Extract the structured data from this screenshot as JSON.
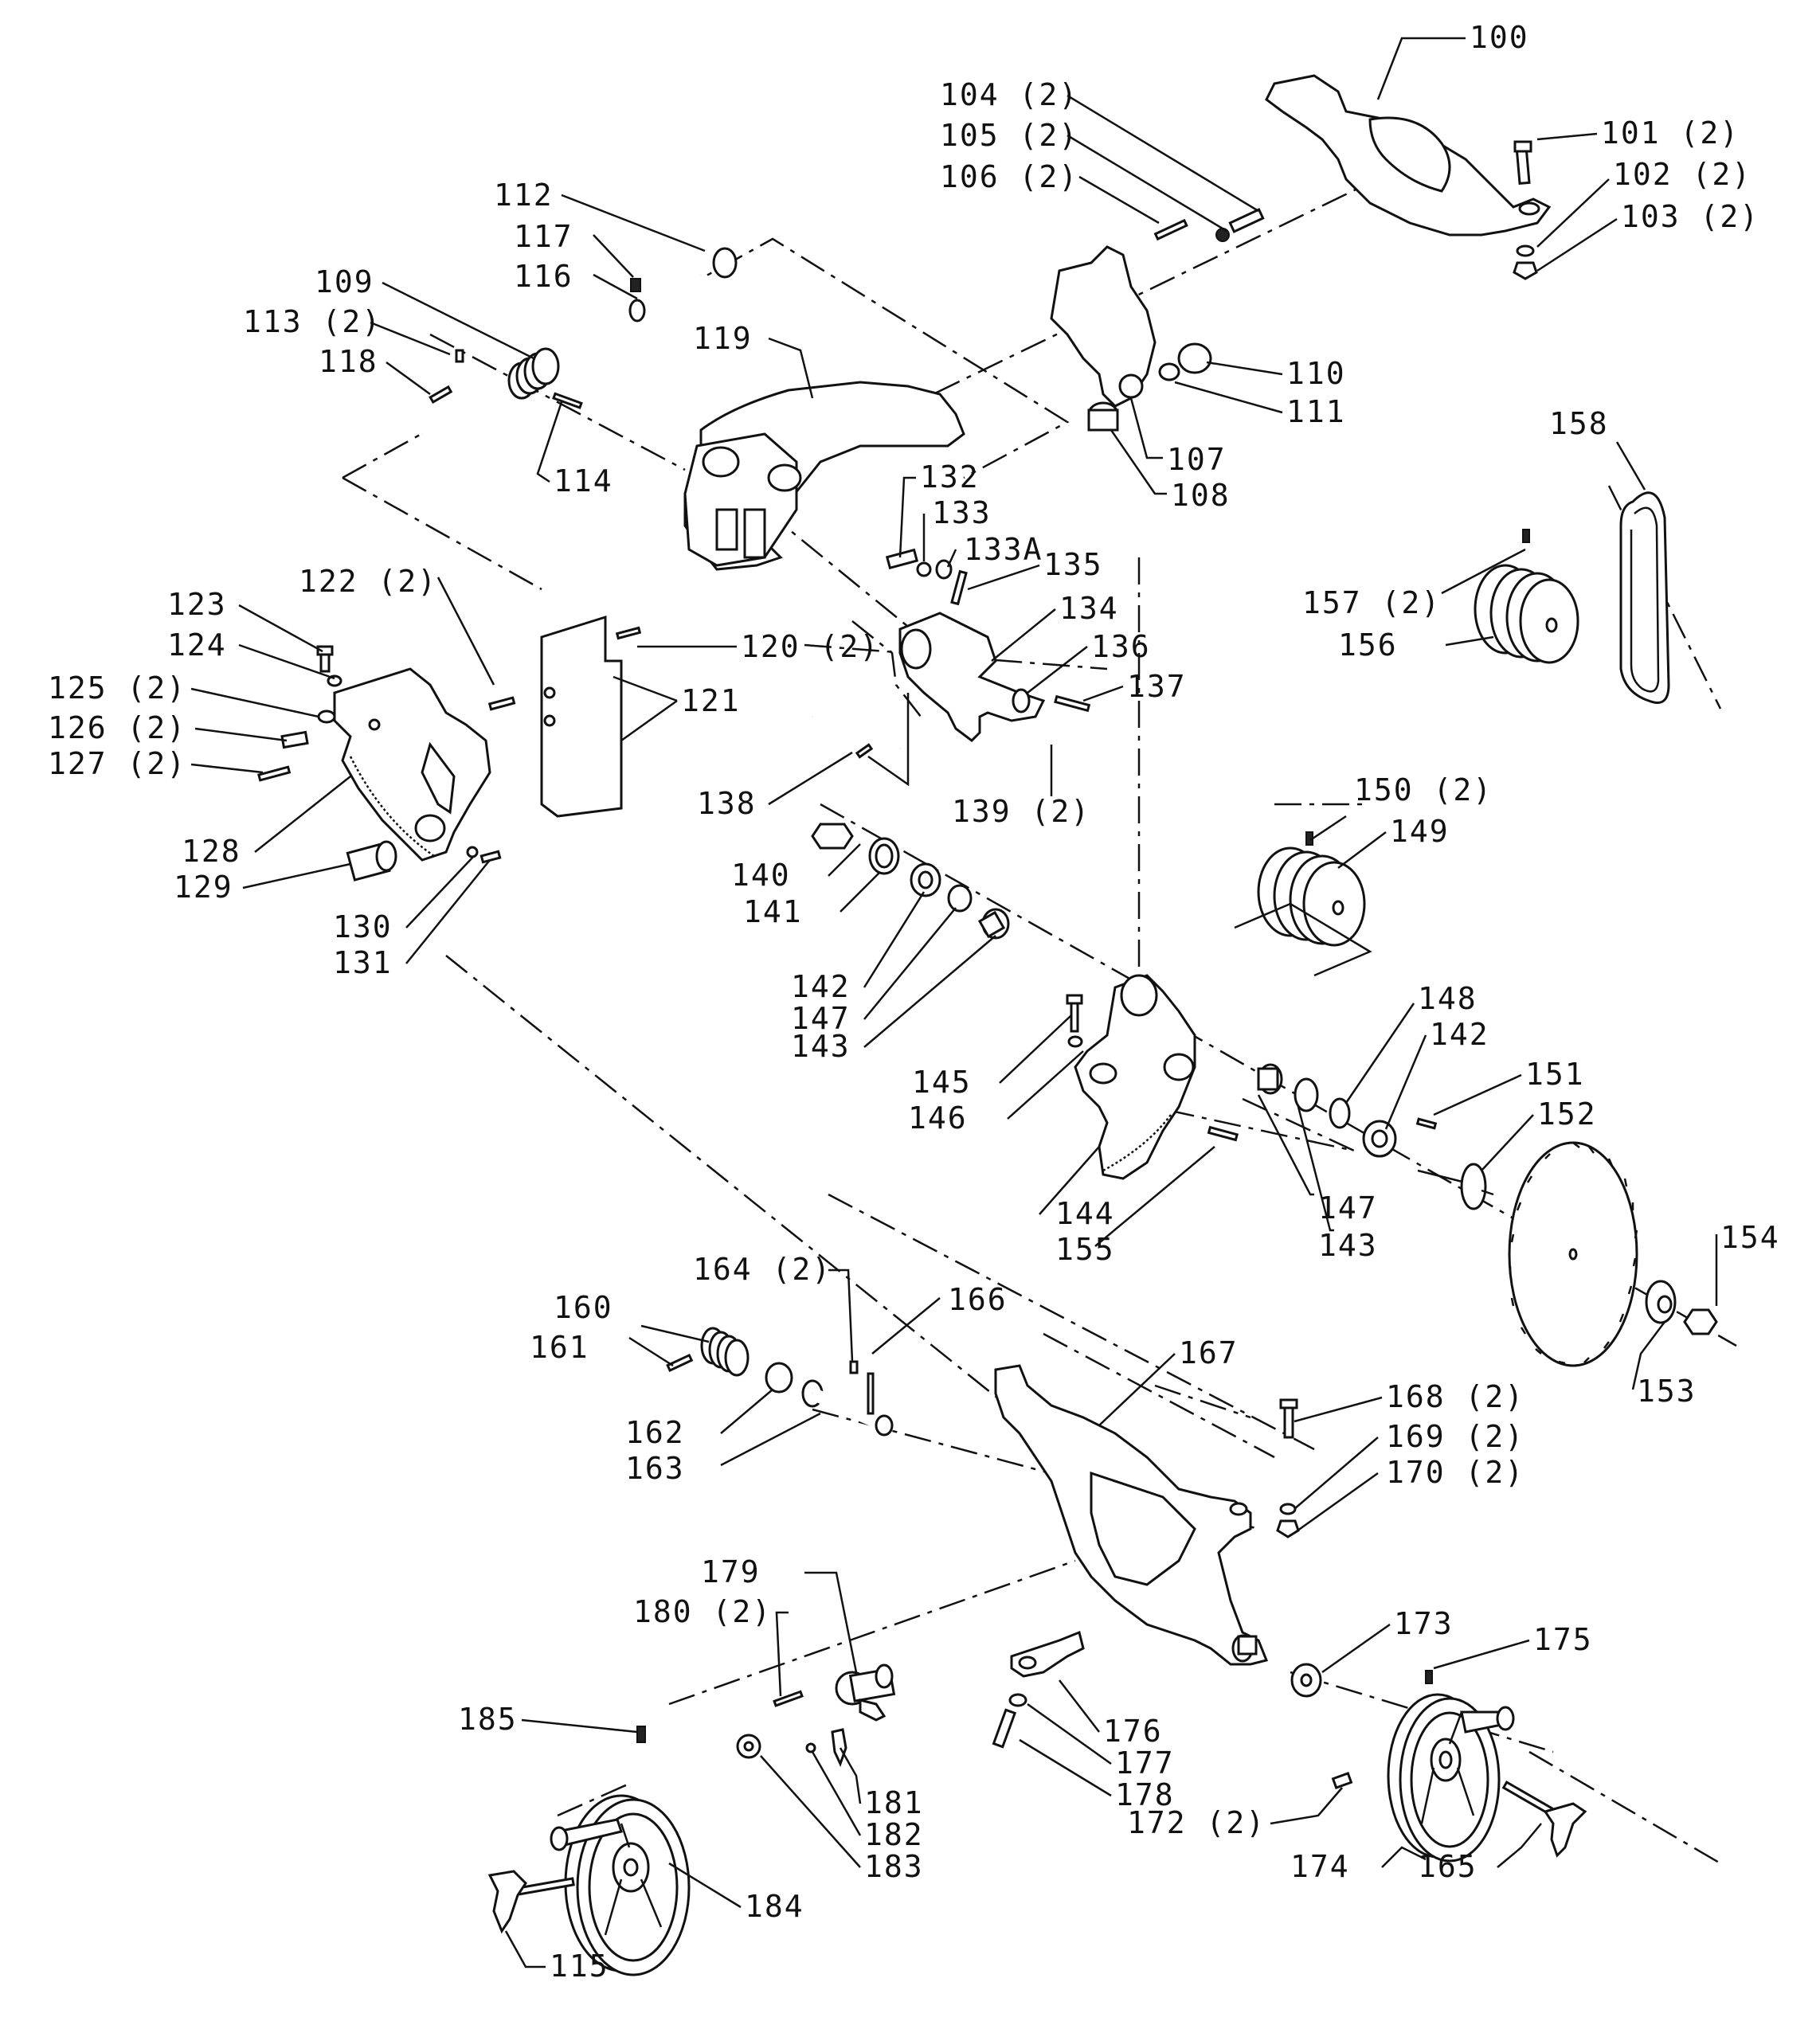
{
  "diagram": {
    "callouts": [
      {
        "id": "100",
        "text": "100"
      },
      {
        "id": "101",
        "text": "101 (2)"
      },
      {
        "id": "102",
        "text": "102 (2)"
      },
      {
        "id": "103",
        "text": "103 (2)"
      },
      {
        "id": "104",
        "text": "104 (2)"
      },
      {
        "id": "105",
        "text": "105 (2)"
      },
      {
        "id": "106",
        "text": "106 (2)"
      },
      {
        "id": "107",
        "text": "107"
      },
      {
        "id": "108",
        "text": "108"
      },
      {
        "id": "109",
        "text": "109"
      },
      {
        "id": "110",
        "text": "110"
      },
      {
        "id": "111",
        "text": "111"
      },
      {
        "id": "112",
        "text": "112"
      },
      {
        "id": "113",
        "text": "113 (2)"
      },
      {
        "id": "114",
        "text": "114"
      },
      {
        "id": "115",
        "text": "115"
      },
      {
        "id": "116",
        "text": "116"
      },
      {
        "id": "117",
        "text": "117"
      },
      {
        "id": "118",
        "text": "118"
      },
      {
        "id": "119",
        "text": "119"
      },
      {
        "id": "120",
        "text": "120 (2)"
      },
      {
        "id": "121",
        "text": "121"
      },
      {
        "id": "122",
        "text": "122 (2)"
      },
      {
        "id": "123",
        "text": "123"
      },
      {
        "id": "124",
        "text": "124"
      },
      {
        "id": "125",
        "text": "125 (2)"
      },
      {
        "id": "126",
        "text": "126 (2)"
      },
      {
        "id": "127",
        "text": "127 (2)"
      },
      {
        "id": "128",
        "text": "128"
      },
      {
        "id": "129",
        "text": "129"
      },
      {
        "id": "130",
        "text": "130"
      },
      {
        "id": "131",
        "text": "131"
      },
      {
        "id": "132",
        "text": "132"
      },
      {
        "id": "133",
        "text": "133"
      },
      {
        "id": "133A",
        "text": "133A"
      },
      {
        "id": "134",
        "text": "134"
      },
      {
        "id": "135",
        "text": "135"
      },
      {
        "id": "136",
        "text": "136"
      },
      {
        "id": "137",
        "text": "137"
      },
      {
        "id": "138",
        "text": "138"
      },
      {
        "id": "139",
        "text": "139 (2)"
      },
      {
        "id": "140",
        "text": "140"
      },
      {
        "id": "141",
        "text": "141"
      },
      {
        "id": "142a",
        "text": "142"
      },
      {
        "id": "142b",
        "text": "142"
      },
      {
        "id": "143a",
        "text": "143"
      },
      {
        "id": "143b",
        "text": "143"
      },
      {
        "id": "144",
        "text": "144"
      },
      {
        "id": "145",
        "text": "145"
      },
      {
        "id": "146",
        "text": "146"
      },
      {
        "id": "147a",
        "text": "147"
      },
      {
        "id": "147b",
        "text": "147"
      },
      {
        "id": "148",
        "text": "148"
      },
      {
        "id": "149",
        "text": "149"
      },
      {
        "id": "150",
        "text": "150 (2)"
      },
      {
        "id": "151",
        "text": "151"
      },
      {
        "id": "152",
        "text": "152"
      },
      {
        "id": "153",
        "text": "153"
      },
      {
        "id": "154",
        "text": "154"
      },
      {
        "id": "155",
        "text": "155"
      },
      {
        "id": "156",
        "text": "156"
      },
      {
        "id": "157",
        "text": "157 (2)"
      },
      {
        "id": "158",
        "text": "158"
      },
      {
        "id": "160",
        "text": "160"
      },
      {
        "id": "161",
        "text": "161"
      },
      {
        "id": "162",
        "text": "162"
      },
      {
        "id": "163",
        "text": "163"
      },
      {
        "id": "164",
        "text": "164 (2)"
      },
      {
        "id": "165",
        "text": "165"
      },
      {
        "id": "166",
        "text": "166"
      },
      {
        "id": "167",
        "text": "167"
      },
      {
        "id": "168",
        "text": "168 (2)"
      },
      {
        "id": "169",
        "text": "169 (2)"
      },
      {
        "id": "170",
        "text": "170 (2)"
      },
      {
        "id": "172",
        "text": "172 (2)"
      },
      {
        "id": "173",
        "text": "173"
      },
      {
        "id": "174",
        "text": "174"
      },
      {
        "id": "175",
        "text": "175"
      },
      {
        "id": "176",
        "text": "176"
      },
      {
        "id": "177",
        "text": "177"
      },
      {
        "id": "178",
        "text": "178"
      },
      {
        "id": "179",
        "text": "179"
      },
      {
        "id": "180",
        "text": "180 (2)"
      },
      {
        "id": "181",
        "text": "181"
      },
      {
        "id": "182",
        "text": "182"
      },
      {
        "id": "183",
        "text": "183"
      },
      {
        "id": "184",
        "text": "184"
      },
      {
        "id": "185",
        "text": "185"
      }
    ]
  }
}
